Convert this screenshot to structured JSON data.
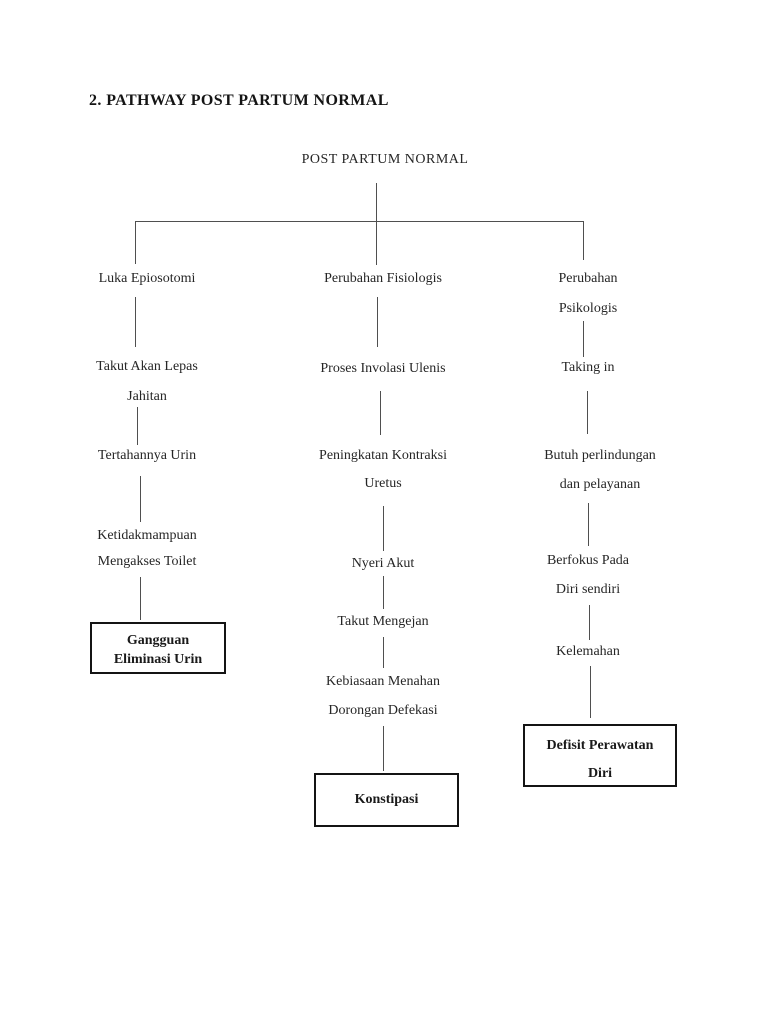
{
  "page": {
    "heading": "2. PATHWAY POST PARTUM NORMAL"
  },
  "colors": {
    "background": "#ffffff",
    "text": "#262626",
    "connector_line": "#4f4f4f",
    "box_border": "#141414"
  },
  "flowchart": {
    "root_label": "POST PARTUM NORMAL",
    "left": {
      "nodes": [
        [
          "Luka Epiosotomi"
        ],
        [
          "Takut Akan Lepas",
          "Jahitan"
        ],
        [
          "Tertahannya Urin"
        ],
        [
          "Ketidakmampuan",
          "Mengakses Toilet"
        ]
      ],
      "outcome": [
        "Gangguan",
        "Eliminasi Urin"
      ]
    },
    "middle": {
      "nodes": [
        [
          "Perubahan Fisiologis"
        ],
        [
          "Proses Involasi Ulenis"
        ],
        [
          "Peningkatan Kontraksi",
          "Uretus"
        ],
        [
          "Nyeri Akut"
        ],
        [
          "Takut Mengejan"
        ],
        [
          "Kebiasaan Menahan",
          "Dorongan Defekasi"
        ]
      ],
      "outcome": [
        "Konstipasi"
      ]
    },
    "right": {
      "nodes": [
        [
          "Perubahan",
          "Psikologis"
        ],
        [
          "Taking in"
        ],
        [
          "Butuh perlindungan",
          "dan pelayanan"
        ],
        [
          "Berfokus Pada",
          "Diri sendiri"
        ],
        [
          "Kelemahan"
        ]
      ],
      "outcome": [
        "Defisit Perawatan",
        "Diri"
      ]
    }
  }
}
